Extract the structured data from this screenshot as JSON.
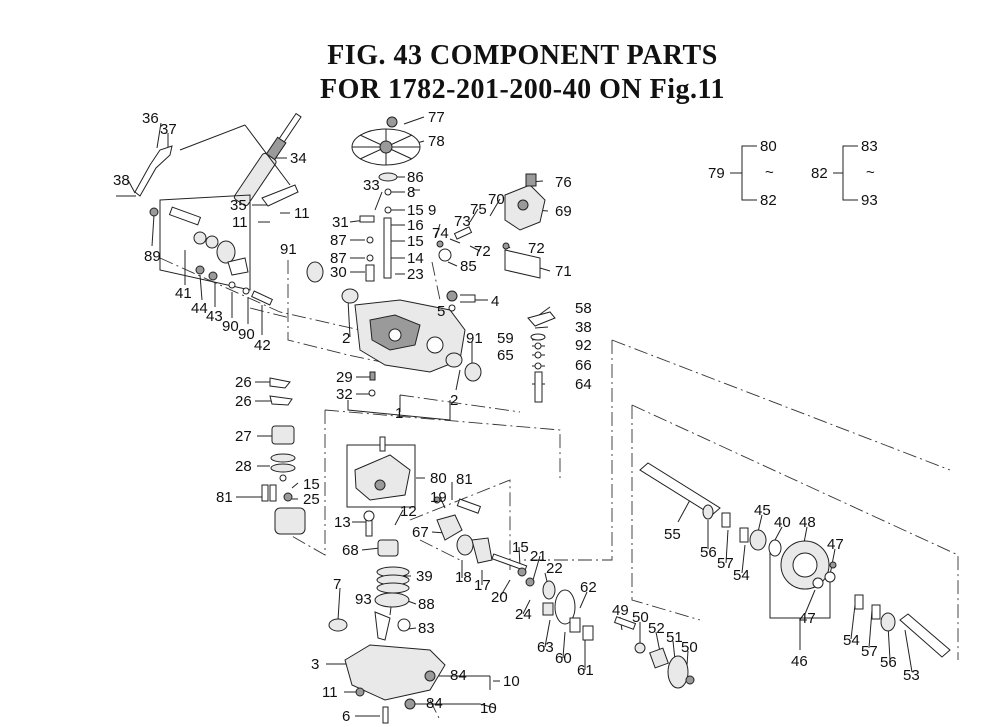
{
  "figure": {
    "title_line1": "FIG. 43  COMPONENT PARTS",
    "title_line2": "FOR 1782-201-200-40 ON Fig.11"
  },
  "groups": [
    {
      "id": "79",
      "from": "80",
      "to": "82",
      "tilde": "~"
    },
    {
      "id": "82",
      "from": "83",
      "to": "93",
      "tilde": "~"
    }
  ],
  "callouts": {
    "c36": "36",
    "c37": "37",
    "c38": "38",
    "c34": "34",
    "c35": "35",
    "c11a": "11",
    "c11b": "11",
    "c89": "89",
    "c41": "41",
    "c44": "44",
    "c43": "43",
    "c90a": "90",
    "c90b": "90",
    "c42": "42",
    "c77": "77",
    "c78": "78",
    "c86": "86",
    "c33": "33",
    "c8": "8",
    "c15a": "15",
    "c9": "9",
    "c31": "31",
    "c16": "16",
    "c87a": "87",
    "c15b": "15",
    "c91a": "91",
    "c87b": "87",
    "c14": "14",
    "c30": "30",
    "c23": "23",
    "c70": "70",
    "c75": "75",
    "c73": "73",
    "c74": "74",
    "c72a": "72",
    "c72b": "72",
    "c85": "85",
    "c76": "76",
    "c69": "69",
    "c71": "71",
    "c4": "4",
    "c5": "5",
    "c58": "58",
    "c38b": "38",
    "c59": "59",
    "c92": "92",
    "c65": "65",
    "c66": "66",
    "c64": "64",
    "c2a": "2",
    "c91b": "91",
    "c2b": "2",
    "c29": "29",
    "c32": "32",
    "c1": "1",
    "c26a": "26",
    "c26b": "26",
    "c27": "27",
    "c28": "28",
    "c15c": "15",
    "c25": "25",
    "c81a": "81",
    "c80": "80",
    "c81b": "81",
    "c19": "19",
    "c12": "12",
    "c67": "67",
    "c13": "13",
    "c68": "68",
    "c39": "39",
    "c18": "18",
    "c17": "17",
    "c15d": "15",
    "c21": "21",
    "c22": "22",
    "c20": "20",
    "c24": "24",
    "c62": "62",
    "c63": "63",
    "c60": "60",
    "c61": "61",
    "c7": "7",
    "c93": "93",
    "c88": "88",
    "c83": "83",
    "c3": "3",
    "c84a": "84",
    "c10a": "10",
    "c11c": "11",
    "c84b": "84",
    "c10b": "10",
    "c6": "6",
    "c55": "55",
    "c45": "45",
    "c40": "40",
    "c48": "48",
    "c47a": "47",
    "c56a": "56",
    "c57a": "57",
    "c54a": "54",
    "c47b": "47",
    "c46": "46",
    "c54b": "54",
    "c57b": "57",
    "c56b": "56",
    "c53": "53",
    "c49": "49",
    "c50a": "50",
    "c52": "52",
    "c51": "51",
    "c50b": "50"
  }
}
